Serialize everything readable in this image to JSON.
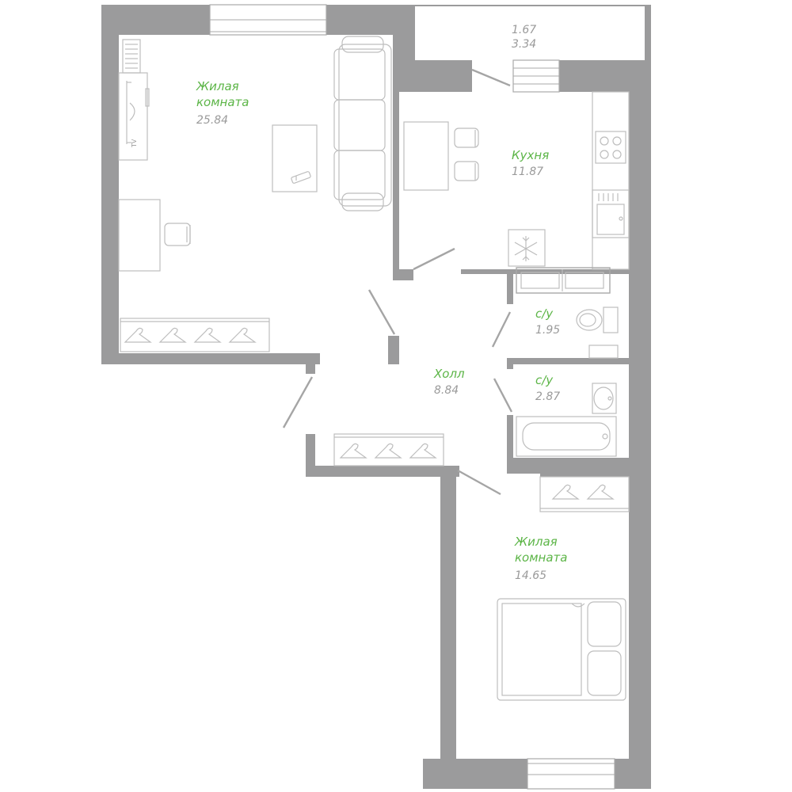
{
  "colors": {
    "wall": "#9b9b9c",
    "furniture_stroke": "#bdbdbd",
    "room_name": "#5cb547",
    "room_area": "#9a9a9a",
    "background": "#ffffff"
  },
  "rooms": {
    "balcony": {
      "area_1": "1.67",
      "area_2": "3.34"
    },
    "living_room_1": {
      "name_line1": "Жилая",
      "name_line2": "комната",
      "area": "25.84"
    },
    "kitchen": {
      "name": "Кухня",
      "area": "11.87"
    },
    "bathroom_1": {
      "name": "с/у",
      "area": "1.95"
    },
    "bathroom_2": {
      "name": "с/у",
      "area": "2.87"
    },
    "hall": {
      "name": "Холл",
      "area": "8.84"
    },
    "living_room_2": {
      "name_line1": "Жилая",
      "name_line2": "комната",
      "area": "14.65"
    }
  },
  "labels": {
    "tv": "TV"
  },
  "icons": [
    "hanger-icon",
    "snowflake-icon",
    "stove-icon",
    "sink-icon",
    "toilet-icon",
    "bathtub-icon",
    "bed-icon",
    "sofa-icon",
    "chair-icon",
    "remote-icon",
    "radiator-icon"
  ]
}
